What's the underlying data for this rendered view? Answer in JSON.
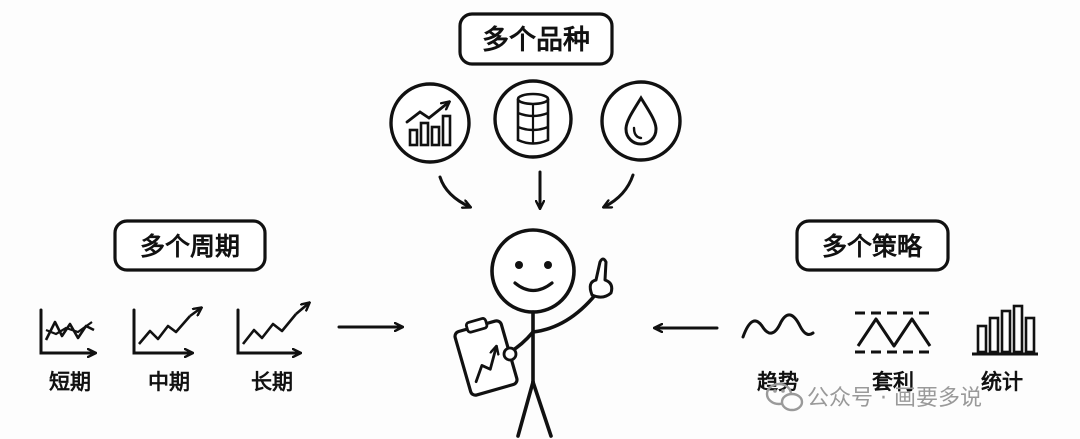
{
  "groups": {
    "varieties": "多个品种",
    "periods": "多个周期",
    "strategies": "多个策略"
  },
  "periods": {
    "short": "短期",
    "mid": "中期",
    "long": "长期"
  },
  "strategies": {
    "trend": "趋势",
    "arbitrage": "套利",
    "statistics": "统计"
  },
  "watermark": "公众号 · 画要多说",
  "icons": {
    "varieties": [
      "rising-bar-chart-icon",
      "database-icon",
      "oil-drop-icon"
    ],
    "periods": [
      "choppy-chart-icon",
      "rising-line-chart-icon",
      "rising-line-chart-icon"
    ],
    "strategies": [
      "wave-icon",
      "zigzag-between-bands-icon",
      "bar-chart-icon"
    ],
    "center": "stick-figure-with-clipboard-icon",
    "watermark": "wechat-icon"
  },
  "colors": {
    "ink": "#111111",
    "watermark": "#9a9a9a"
  }
}
